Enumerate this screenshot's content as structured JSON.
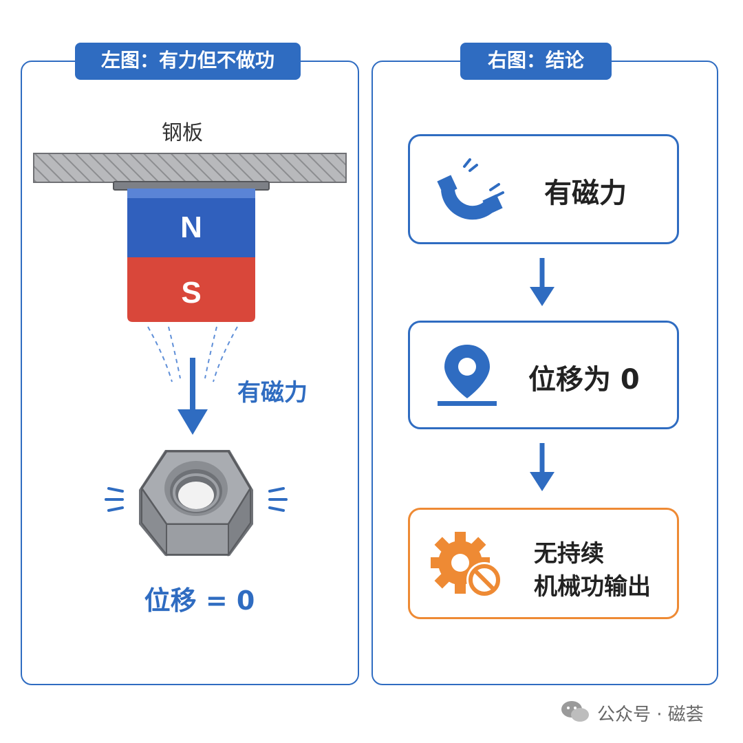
{
  "left_panel": {
    "badge": "左图：有力但不做功",
    "steel_label": "钢板",
    "magnet": {
      "north": "N",
      "south": "S"
    },
    "force_label": "有磁力",
    "displacement_label": "位移 = 0"
  },
  "right_panel": {
    "badge": "右图：结论",
    "cards": [
      {
        "text": "有磁力",
        "icon": "horseshoe-magnet-icon"
      },
      {
        "text": "位移为 0",
        "icon": "location-pin-icon"
      },
      {
        "lines": [
          "无持续",
          "机械功输出"
        ],
        "icon": "gear-prohibited-icon"
      }
    ]
  },
  "watermark": "公众号 · 磁荟",
  "colors": {
    "blue": "#2f6cc1",
    "red": "#d9473a",
    "orange": "#ee8a34",
    "gray": "#8a8d92"
  }
}
